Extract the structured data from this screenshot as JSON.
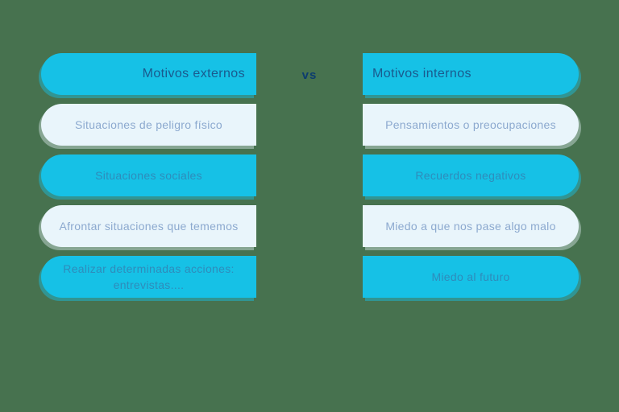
{
  "canvas": {
    "background_color": "#47724F"
  },
  "colors": {
    "pill_cyan": "#16C1E6",
    "pill_light": "#E9F5FB",
    "header_text": "#1A5A8E",
    "cyan_body_text": "#2E8CBB",
    "light_body_text": "#8CA9CF",
    "vs_text": "#0C3C6E"
  },
  "vs_label": "vs",
  "left_column": {
    "header": "Motivos externos",
    "items": [
      {
        "label": "Situaciones de peligro físico",
        "variant": "light"
      },
      {
        "label": "Situaciones sociales",
        "variant": "cyan"
      },
      {
        "label": "Afrontar situaciones que tememos",
        "variant": "light"
      },
      {
        "label_line1": "Realizar determinadas acciones:",
        "label_line2": "entrevistas....",
        "variant": "cyan"
      }
    ]
  },
  "right_column": {
    "header": "Motivos internos",
    "items": [
      {
        "label": "Pensamientos o preocupaciones",
        "variant": "light"
      },
      {
        "label": "Recuerdos negativos",
        "variant": "cyan"
      },
      {
        "label": "Miedo a que nos pase algo malo",
        "variant": "light"
      },
      {
        "label": "Miedo al futuro",
        "variant": "cyan"
      }
    ]
  }
}
